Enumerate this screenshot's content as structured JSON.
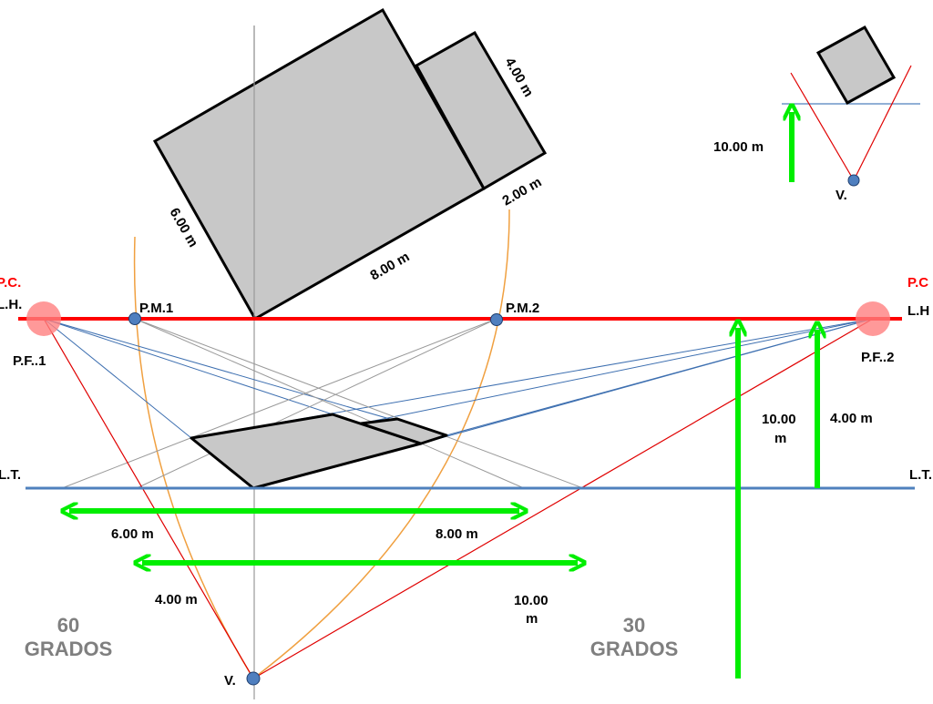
{
  "labels": {
    "pc_left": "P.C.",
    "pc_right": "P.C",
    "lh_left": "L.H.",
    "lh_right": "L.H",
    "lt_left": "L.T.",
    "lt_right": "L.T.",
    "pf1": "P.F..1",
    "pf2": "P.F..2",
    "pm1": "P.M.1",
    "pm2": "P.M.2",
    "v_main": "V.",
    "v_small": "V."
  },
  "dimensions": {
    "plan_4m": "4.00 m",
    "plan_2m": "2.00 m",
    "plan_6m": "6.00 m",
    "plan_8m": "8.00 m",
    "meas_6m": "6.00 m",
    "meas_8m": "8.00 m",
    "meas_4m": "4.00 m",
    "meas_10m_l1": "10.00",
    "meas_10m_l2": "m",
    "height_10m_l1": "10.00",
    "height_10m_l2": "m",
    "height_4m": "4.00 m",
    "inset_10m": "10.00 m"
  },
  "angles": {
    "left_value": "60",
    "left_unit": "GRADOS",
    "right_value": "30",
    "right_unit": "GRADOS"
  },
  "colors": {
    "horizon": "#ff0000",
    "ground": "#4f81bd",
    "arrow": "#00ee00",
    "fill": "#c8c8c8",
    "arc": "#f0a040",
    "guide_blue": "#3d6fb0",
    "guide_gray": "#999999",
    "vanishing_point": "#ff8080",
    "point": "#4f7fbf"
  }
}
